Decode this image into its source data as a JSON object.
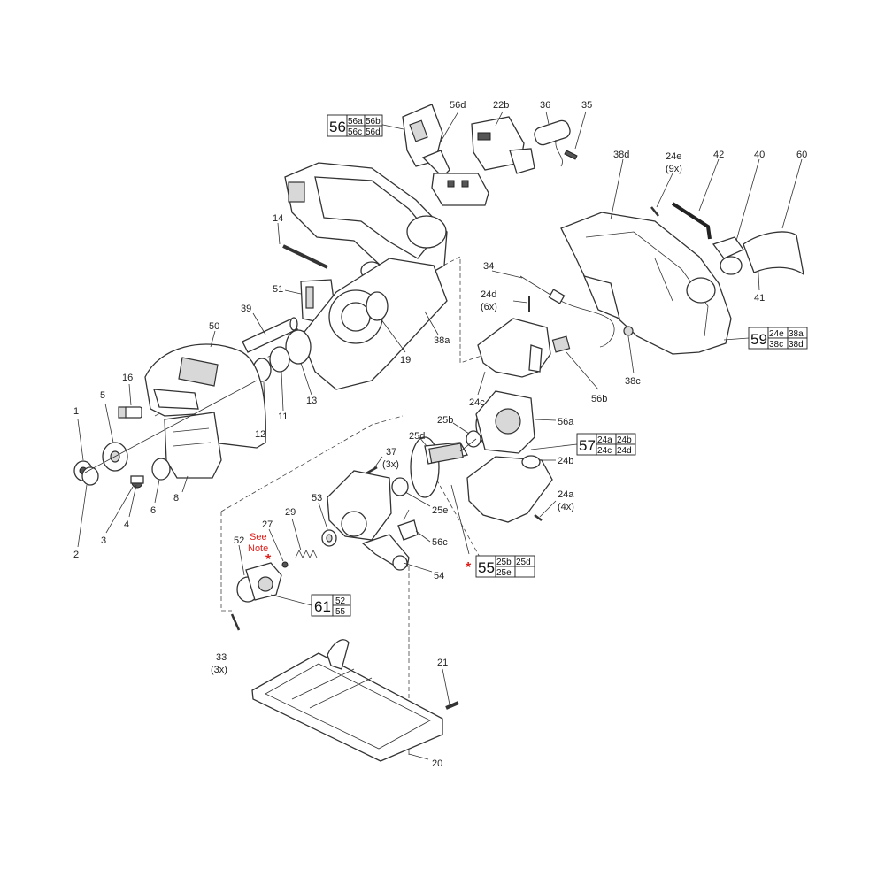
{
  "labels": {
    "p1": "1",
    "p2": "2",
    "p3": "3",
    "p4": "4",
    "p5": "5",
    "p6": "6",
    "p8": "8",
    "p11": "11",
    "p12": "12",
    "p13": "13",
    "p14": "14",
    "p16": "16",
    "p19": "19",
    "p20": "20",
    "p21": "21",
    "p22b": "22b",
    "p24a": "24a",
    "p24a_qty": "(4x)",
    "p24b": "24b",
    "p24c": "24c",
    "p24d": "24d",
    "p24d_qty": "(6x)",
    "p24e": "24e",
    "p24e_qty": "(9x)",
    "p25b": "25b",
    "p25d": "25d",
    "p25e": "25e",
    "p27": "27",
    "p29": "29",
    "p33": "33",
    "p33_qty": "(3x)",
    "p34": "34",
    "p35": "35",
    "p36": "36",
    "p37": "37",
    "p37_qty": "(3x)",
    "p38a": "38a",
    "p38c": "38c",
    "p38d": "38d",
    "p39": "39",
    "p40": "40",
    "p41": "41",
    "p42": "42",
    "p50": "50",
    "p51": "51",
    "p52": "52",
    "p53": "53",
    "p54": "54",
    "p56a": "56a",
    "p56b": "56b",
    "p56c": "56c",
    "p56d": "56d",
    "p60": "60"
  },
  "note": {
    "line1": "See",
    "line2": "Note",
    "star": "*"
  },
  "kits": {
    "k56": {
      "num": "56",
      "cells": [
        "56a",
        "56b",
        "56c",
        "56d"
      ]
    },
    "k59": {
      "num": "59",
      "cells": [
        "24e",
        "38a",
        "38c",
        "38d"
      ]
    },
    "k57": {
      "num": "57",
      "cells": [
        "24a",
        "24b",
        "24c",
        "24d"
      ]
    },
    "k55": {
      "num": "55",
      "star": "*",
      "cells": [
        "25b",
        "25d",
        "25e",
        ""
      ]
    },
    "k61": {
      "num": "61",
      "cells": [
        "52",
        "55"
      ]
    }
  }
}
